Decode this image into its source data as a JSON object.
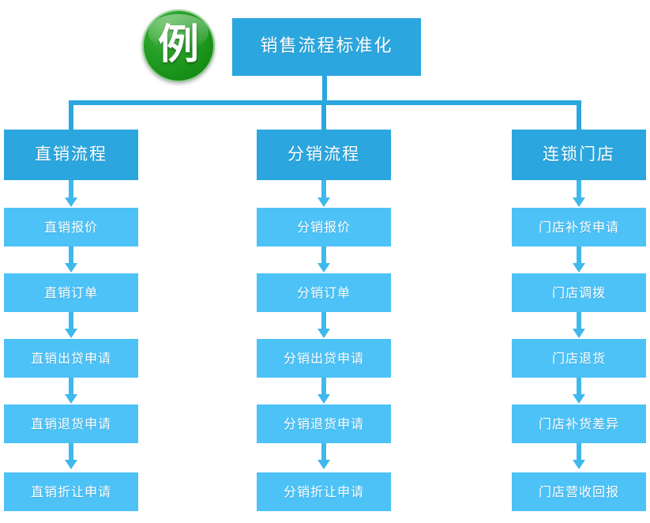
{
  "diagram": {
    "type": "flowchart-tree",
    "badge": {
      "glyph": "例",
      "name": "example-badge",
      "color": "#1f9c1f"
    },
    "root": {
      "label": "销售流程标准化",
      "color": "#2ba6de"
    },
    "colors": {
      "header": "#2ba6de",
      "leaf": "#4cc2f7",
      "connector": "#2ba6de",
      "arrow": "#3fb8ec",
      "text": "#ffffff",
      "background": "#ffffff"
    },
    "branches": [
      {
        "header": "直销流程",
        "steps": [
          "直销报价",
          "直销订单",
          "直销出贷申请",
          "直销退货申请",
          "直销折让申请"
        ]
      },
      {
        "header": "分销流程",
        "steps": [
          "分销报价",
          "分销订单",
          "分销出贷申请",
          "分销退货申请",
          "分销折让申请"
        ]
      },
      {
        "header": "连锁门店",
        "steps": [
          "门店补货申请",
          "门店调拨",
          "门店退货",
          "门店补货差异",
          "门店营收回报"
        ]
      }
    ]
  }
}
